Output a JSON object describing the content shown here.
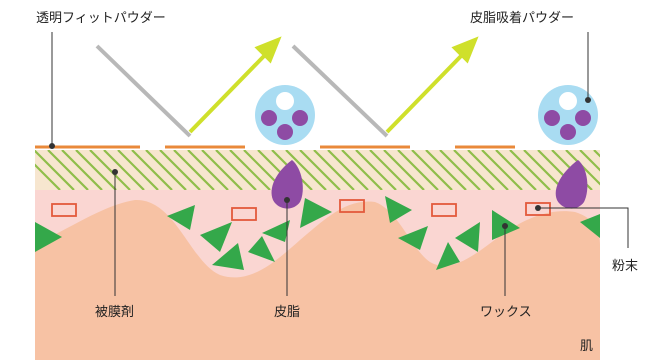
{
  "labels": {
    "transparent_fit_powder": "透明フィットパウダー",
    "sebum_absorbing_powder": "皮脂吸着パウダー",
    "coating_agent": "被膜剤",
    "sebum": "皮脂",
    "wax": "ワックス",
    "powder_end": "粉末",
    "skin": "肌"
  },
  "colors": {
    "skin": "#f7c2a4",
    "coating_layer": "#fad6d2",
    "hatch_layer": "#f7e6cf",
    "hatch_line": "#8fbe4a",
    "powder_bar": "#e9893a",
    "incoming_ray": "#b8b8b8",
    "reflected_ray": "#cfe02b",
    "sphere_fill": "#a9dcf2",
    "sphere_dots": "#8e4ba4",
    "sebum_drop": "#8e4ba4",
    "wax_triangle": "#34a84a",
    "powder_rect_stroke": "#e35a3c",
    "leader_line": "#333333"
  },
  "icons": {
    "sphere": "sebum-absorbing-sphere-icon",
    "drop": "sebum-drop-icon",
    "triangle": "wax-triangle-icon",
    "rect": "powder-rect-icon",
    "arrow": "reflection-arrow-icon"
  }
}
